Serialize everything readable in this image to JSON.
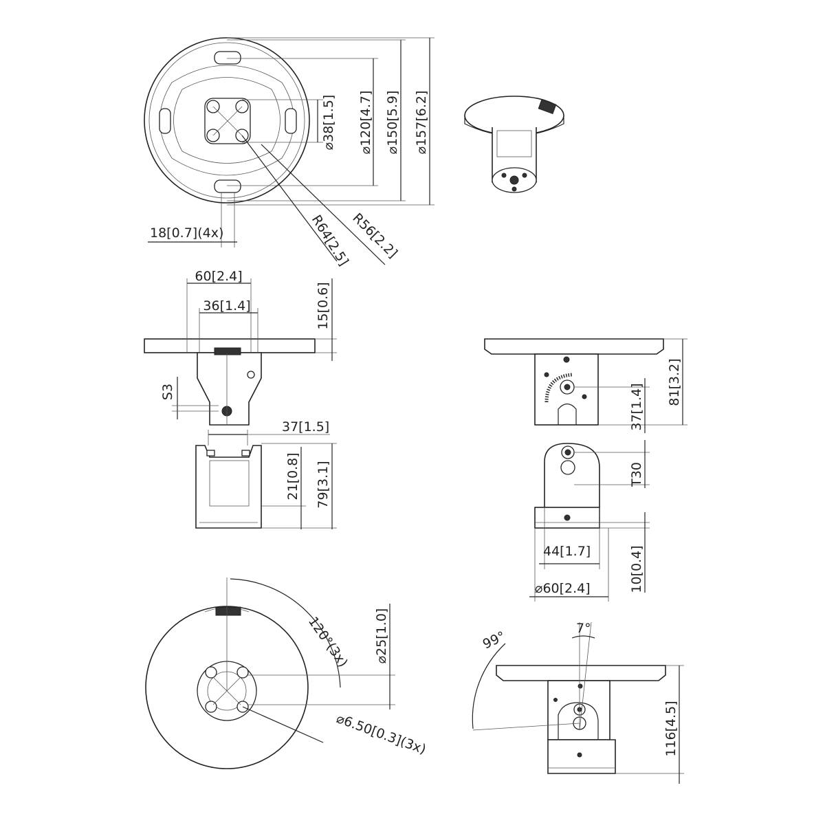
{
  "top_view": {
    "d38": "⌀38[1.5]",
    "d120": "⌀120[4.7]",
    "d150": "⌀150[5.9]",
    "d157": "⌀157[6.2]",
    "slot": "18[0.7](4x)",
    "r64": "R64[2.5]",
    "r56": "R56[2.2]"
  },
  "front_view": {
    "w60": "60[2.4]",
    "w36": "36[1.4]",
    "h15": "15[0.6]",
    "s3": "S3",
    "w37": "37[1.5]",
    "h21": "21[0.8]",
    "h79": "79[3.1]"
  },
  "side_view": {
    "h81": "81[3.2]",
    "h37": "37[1.4]",
    "t30": "T30",
    "w44": "44[1.7]",
    "h10": "10[0.4]",
    "d60": "⌀60[2.4]"
  },
  "bottom_view": {
    "angle120": "120°(3x)",
    "d25": "⌀25[1.0]",
    "d650": "⌀6.50[0.3](3x)"
  },
  "tilt_view": {
    "a99": "99°",
    "a7": "7°",
    "h116": "116[4.5]"
  }
}
